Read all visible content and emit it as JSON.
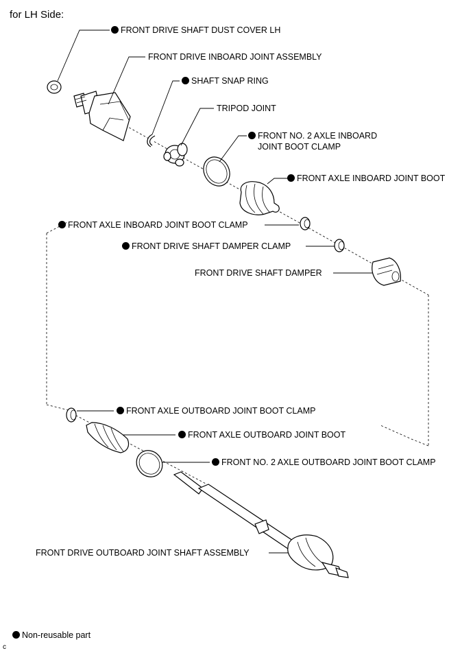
{
  "title": "for LH Side:",
  "legend": "Non-reusable part",
  "corner_mark": "c",
  "parts": {
    "dust_cover": "FRONT DRIVE SHAFT DUST COVER LH",
    "inboard_joint_assembly": "FRONT DRIVE INBOARD JOINT ASSEMBLY",
    "snap_ring": "SHAFT SNAP RING",
    "tripod_joint": "TRIPOD JOINT",
    "no2_inboard_clamp_line1": "FRONT NO. 2 AXLE INBOARD",
    "no2_inboard_clamp_line2": "JOINT BOOT CLAMP",
    "inboard_boot": "FRONT AXLE INBOARD JOINT BOOT",
    "inboard_boot_clamp": "FRONT AXLE INBOARD JOINT BOOT CLAMP",
    "damper_clamp": "FRONT DRIVE SHAFT DAMPER CLAMP",
    "damper": "FRONT DRIVE SHAFT DAMPER",
    "outboard_boot_clamp": "FRONT AXLE OUTBOARD JOINT BOOT CLAMP",
    "outboard_boot": "FRONT AXLE OUTBOARD JOINT BOOT",
    "no2_outboard_clamp": "FRONT NO. 2 AXLE OUTBOARD JOINT BOOT CLAMP",
    "outboard_shaft_assembly": "FRONT DRIVE OUTBOARD JOINT SHAFT ASSEMBLY"
  }
}
